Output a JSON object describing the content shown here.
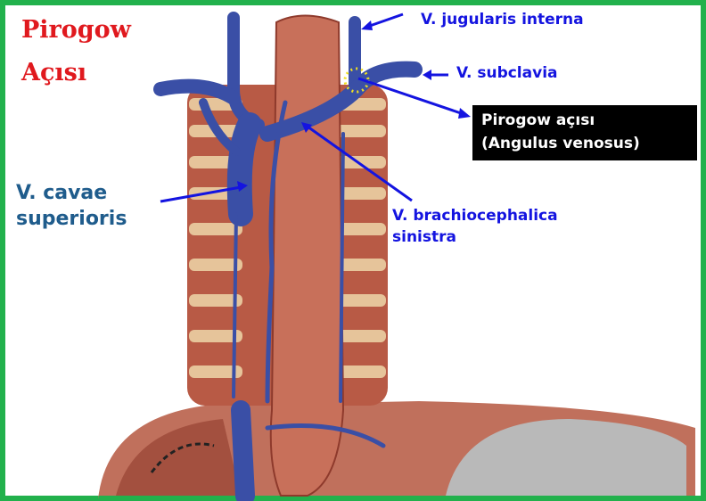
{
  "title": {
    "line1": "Pirogow",
    "line2": "Açısı"
  },
  "labels": {
    "jugularis": "V. jugularis  interna",
    "subclavia": "V. subclavia",
    "pirogow_box": {
      "line1": "Pirogow açısı",
      "line2": "(Angulus  venosus)"
    },
    "cava": {
      "line1": "V. cavae",
      "line2": "superioris"
    },
    "brachio": {
      "line1": "V. brachiocephalica",
      "line2": "sinistra"
    }
  },
  "colors": {
    "border": "#22b14c",
    "title": "#e0191e",
    "label": "#1414e0",
    "vein": "#3a4fa6"
  }
}
